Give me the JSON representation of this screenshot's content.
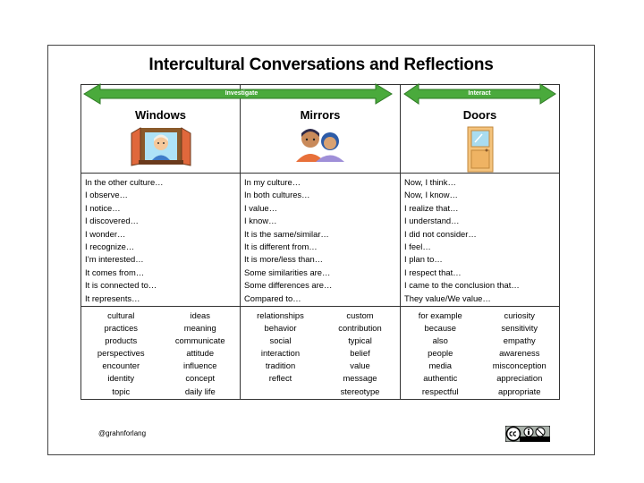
{
  "title": "Intercultural Conversations and Reflections",
  "colors": {
    "arrow_green": "#4aaa3c",
    "border": "#333333"
  },
  "arrows": {
    "investigate": "Investigate",
    "interact": "Interact"
  },
  "columns": [
    {
      "heading": "Windows",
      "icon": "window-with-person-icon",
      "phrases": [
        "In the other culture…",
        "I observe…",
        "I notice…",
        "I discovered…",
        "I wonder…",
        "I recognize…",
        "I’m interested…",
        "It comes from…",
        "It is connected to…",
        "It represents…"
      ],
      "words_left": [
        "cultural",
        "practices",
        "products",
        "perspectives",
        "encounter",
        "identity",
        "topic"
      ],
      "words_right": [
        "ideas",
        "meaning",
        "communicate",
        "attitude",
        "influence",
        "concept",
        "daily  life"
      ]
    },
    {
      "heading": "Mirrors",
      "icon": "two-people-icon",
      "phrases": [
        "In my culture…",
        "In both cultures…",
        "I value…",
        "I know…",
        "It is the same/similar…",
        "It is different from…",
        "It is more/less than…",
        "Some similarities are…",
        "Some differences are…",
        "Compared to…"
      ],
      "words_left": [
        "relationships",
        "behavior",
        "social",
        "interaction",
        "tradition",
        "reflect"
      ],
      "words_right": [
        "custom",
        "contribution",
        "typical",
        "belief",
        "value",
        "message",
        "stereotype"
      ]
    },
    {
      "heading": "Doors",
      "icon": "door-icon",
      "phrases": [
        "Now, I think…",
        "Now, I know…",
        "I realize that…",
        "I understand…",
        "I did not consider…",
        "I feel…",
        "I plan to…",
        "I respect that…",
        "I came to the conclusion that…",
        "They value/We value…"
      ],
      "words_left": [
        "for example",
        "because",
        "also",
        "people",
        "media",
        "authentic",
        "respectful"
      ],
      "words_right": [
        "curiosity",
        "sensitivity",
        "empathy",
        "awareness",
        "misconception",
        "appreciation",
        "appropriate"
      ]
    }
  ],
  "footer": {
    "handle": "@grahnforlang",
    "license_icon": "cc-by-nc-icon"
  }
}
